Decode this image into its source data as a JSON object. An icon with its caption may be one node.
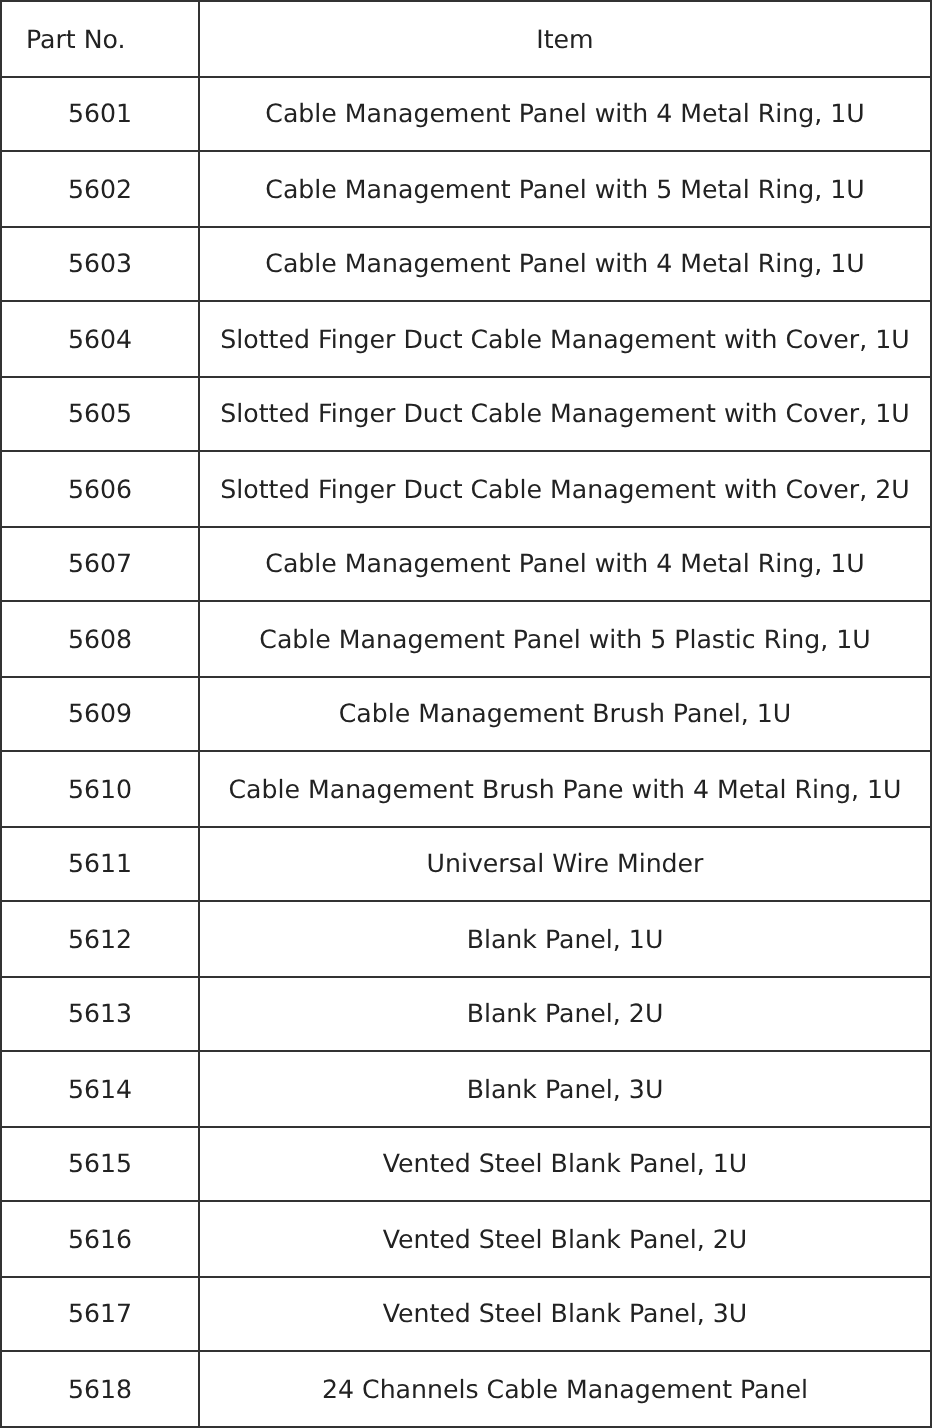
{
  "diagram": {
    "labels": [
      "Part No.",
      "Item",
      "5601",
      "Cable Management Panel with 4 Metal Ring, 1U",
      "5602",
      "Cable Management Panel with 5 Metal Ring, 1U",
      "5603",
      "Cable Management Panel with 4 Metal Ring, 1U",
      "5604",
      "Slotted Finger Duct Cable Management with Cover, 1U",
      "5605",
      "Slotted Finger Duct Cable Management with Cover, 1U",
      "5606",
      "Slotted Finger Duct Cable Management with Cover, 2U",
      "5607",
      "Cable Management Panel with 4 Metal Ring, 1U",
      "5608",
      "Cable Management Panel with 5 Plastic Ring, 1U",
      "5609",
      "Cable Management Brush Panel, 1U",
      "5610",
      "Cable Management Brush Pane with 4 Metal Ring, 1U",
      "5611",
      "Universal Wire Minder",
      "5612",
      "Blank Panel, 1U",
      "5613",
      "Blank Panel, 2U",
      "5614",
      "Blank Panel, 3U",
      "5615",
      "Vented Steel Blank Panel, 1U",
      "5616",
      "Vented Steel Blank Panel, 2U",
      "5617",
      "Vented Steel Blank Panel, 3U",
      "5618",
      "24 Channels Cable Management Panel"
    ]
  }
}
